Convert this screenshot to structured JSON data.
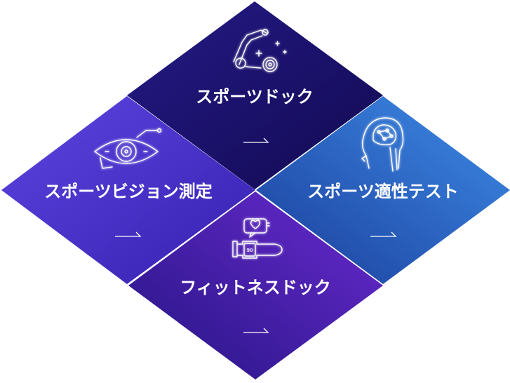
{
  "tiles": {
    "sports_dock": {
      "label": "スポーツドック",
      "icon": "robot-arm-icon",
      "color": "#1d1270"
    },
    "sports_vision": {
      "label": "スポーツビジョン測定",
      "icon": "eye-scan-icon",
      "color": "#4a2fc7"
    },
    "sports_aptitude": {
      "label": "スポーツ適性テスト",
      "icon": "head-brain-icon",
      "color": "#2a6fd6"
    },
    "fitness_dock": {
      "label": "フィットネスドック",
      "icon": "smartwatch-heart-icon",
      "color": "#3a1a9e"
    }
  }
}
